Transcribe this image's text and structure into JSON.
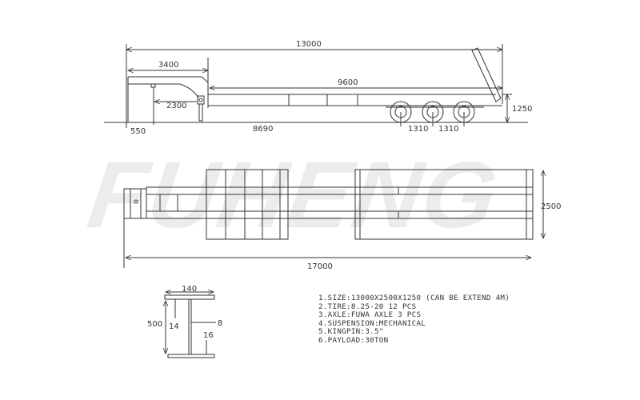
{
  "watermark": "FUHENG",
  "side_view": {
    "dimensions": {
      "overall_length": "13000",
      "gooseneck_length": "3400",
      "deck_length": "9600",
      "kingpin_to_leg": "2300",
      "height": "1250",
      "front_overhang": "550",
      "kingpin_to_axle": "8690",
      "axle_spacing_1": "1310",
      "axle_spacing_2": "1310"
    }
  },
  "top_view": {
    "dimensions": {
      "extended_length": "17000",
      "width": "2500"
    }
  },
  "beam_section": {
    "dimensions": {
      "flange_width": "140",
      "beam_height": "500",
      "top_flange_thickness": "14",
      "web_thickness": "8",
      "bottom_flange_thickness": "16"
    }
  },
  "specs": [
    "1.SIZE:13000X2500X1250 (CAN BE EXTEND 4M)",
    "2.TIRE:8.25-20 12 PCS",
    "3.AXLE:FUWA AXLE 3 PCS",
    "4.SUSPENSION:MECHANICAL",
    "5.KINGPIN:3.5\"",
    "6.PAYLOAD:30TON"
  ]
}
